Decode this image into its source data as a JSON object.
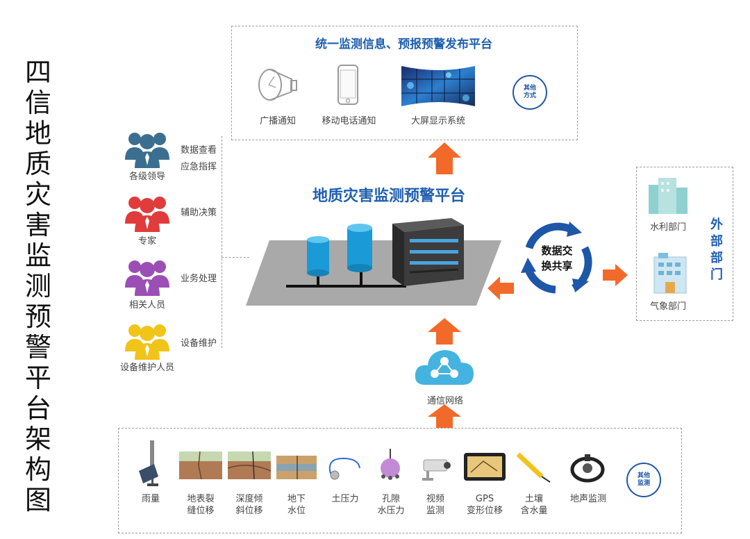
{
  "title_chars": [
    "四",
    "信",
    "地",
    "质",
    "灾",
    "害",
    "监",
    "测",
    "预",
    "警",
    "平",
    "台",
    "架",
    "构",
    "图"
  ],
  "top_panel": {
    "title": "统一监测信息、预报预警发布平台",
    "items": [
      "广播通知",
      "移动电话通知",
      "大屏显示系统"
    ],
    "other": "其他\n方式"
  },
  "platform": {
    "title": "地质灾害监测预警平台"
  },
  "exchange": {
    "line1": "数据交",
    "line2": "换共享"
  },
  "external": {
    "title_chars": [
      "外",
      "部",
      "部",
      "门"
    ],
    "items": [
      "水利部门",
      "气象部门"
    ]
  },
  "roles": [
    {
      "name": "各级领导",
      "actions": [
        "数据查看",
        "应急指挥"
      ],
      "color": "#3b6f8f"
    },
    {
      "name": "专家",
      "actions": [
        "辅助决策"
      ],
      "color": "#e03c3c"
    },
    {
      "name": "相关人员",
      "actions": [
        "业务处理"
      ],
      "color": "#9b4fb5"
    },
    {
      "name": "设备维护人员",
      "actions": [
        "设备维护"
      ],
      "color": "#f0c419"
    }
  ],
  "network": {
    "label": "通信网络"
  },
  "sensors": [
    {
      "line1": "雨量",
      "line2": ""
    },
    {
      "line1": "地表裂",
      "line2": "缝位移"
    },
    {
      "line1": "深度倾",
      "line2": "斜位移"
    },
    {
      "line1": "地下",
      "line2": "水位"
    },
    {
      "line1": "土压力",
      "line2": ""
    },
    {
      "line1": "孔隙",
      "line2": "水压力"
    },
    {
      "line1": "视频",
      "line2": "监测"
    },
    {
      "line1": "GPS",
      "line2": "变形位移"
    },
    {
      "line1": "土壤",
      "line2": "含水量"
    },
    {
      "line1": "地声监测",
      "line2": ""
    }
  ],
  "sensors_other": "其他\n监测",
  "colors": {
    "arrow": "#f26a2a",
    "accent": "#1e56a8",
    "cylinder": "#1a9ad6"
  }
}
